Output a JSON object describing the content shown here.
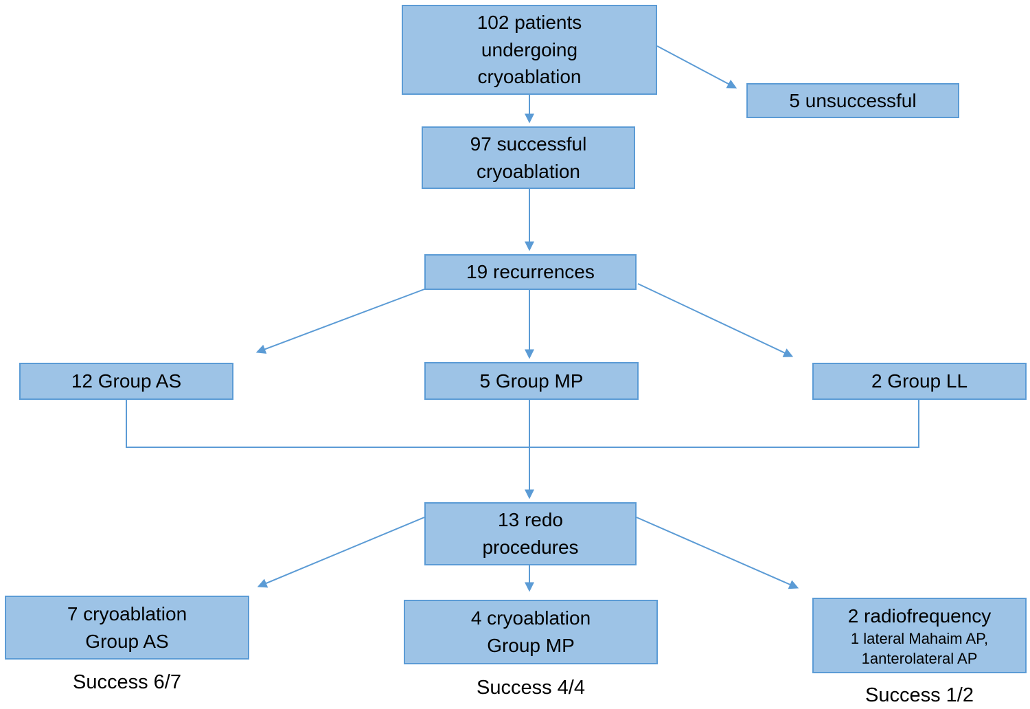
{
  "style": {
    "background": "#FFFFFF",
    "box_fill": "#9DC3E6",
    "box_border": "#5B9BD5",
    "line_color": "#5B9BD5",
    "text_color": "#000000"
  },
  "nodes": {
    "initial": {
      "label": "102 patients\nundergoing\ncryoablation"
    },
    "unsuccessful": {
      "label": "5 unsuccessful"
    },
    "successful": {
      "label": "97 successful\ncryoablation"
    },
    "recurrences": {
      "label": "19 recurrences"
    },
    "group_as": {
      "label": "12 Group AS"
    },
    "group_mp": {
      "label": "5 Group MP"
    },
    "group_ll": {
      "label": "2 Group LL"
    },
    "redo": {
      "label": "13 redo\nprocedures"
    },
    "redo_as": {
      "label": "7 cryoablation\nGroup AS",
      "success": "Success 6/7"
    },
    "redo_mp": {
      "label": "4 cryoablation\nGroup MP",
      "success": "Success 4/4"
    },
    "redo_rf": {
      "label": "2 radiofrequency",
      "sublabel": "1 lateral Mahaim AP,\n1anterolateral AP",
      "success": "Success 1/2"
    }
  },
  "edges": [
    {
      "from": "initial",
      "to": "successful"
    },
    {
      "from": "initial",
      "to": "unsuccessful"
    },
    {
      "from": "successful",
      "to": "recurrences"
    },
    {
      "from": "recurrences",
      "to": "group_as"
    },
    {
      "from": "recurrences",
      "to": "group_mp"
    },
    {
      "from": "recurrences",
      "to": "group_ll"
    },
    {
      "from": "group_as",
      "to": "redo"
    },
    {
      "from": "group_mp",
      "to": "redo"
    },
    {
      "from": "group_ll",
      "to": "redo"
    },
    {
      "from": "redo",
      "to": "redo_as"
    },
    {
      "from": "redo",
      "to": "redo_mp"
    },
    {
      "from": "redo",
      "to": "redo_rf"
    }
  ]
}
